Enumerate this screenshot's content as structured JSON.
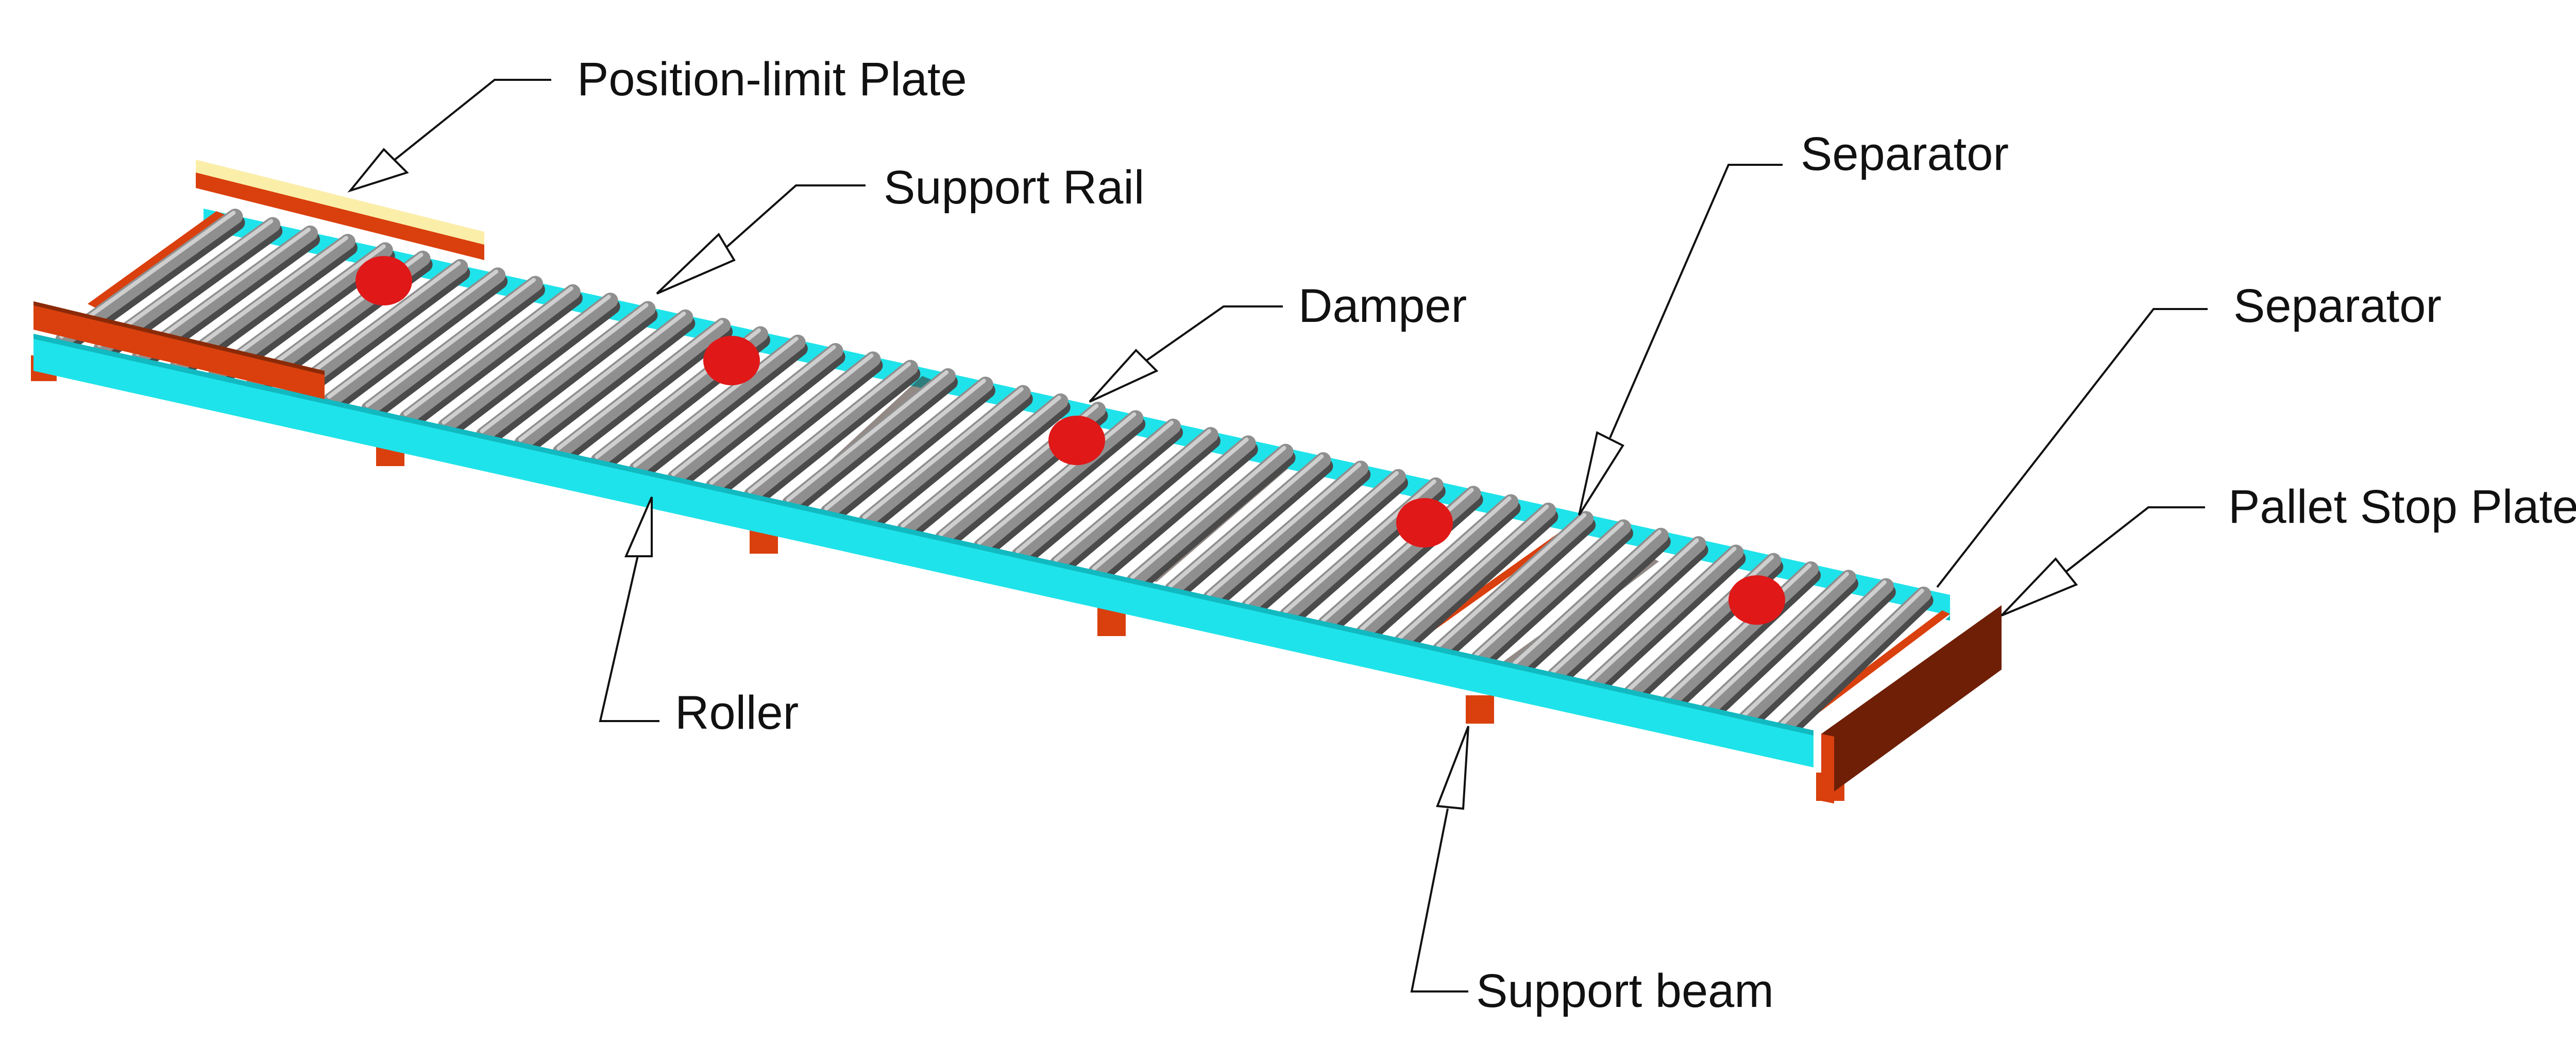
{
  "labels": {
    "position_limit_plate": "Position-limit Plate",
    "support_rail": "Support Rail",
    "separator_1": "Separator",
    "damper": "Damper",
    "separator_2": "Separator",
    "pallet_stop_plate": "Pallet Stop Plate",
    "roller": "Roller",
    "support_beam": "Support beam"
  },
  "colors": {
    "rail": "#1fe3ea",
    "rail_dark": "#12b9c0",
    "steel_orange": "#d9400e",
    "steel_dark": "#6e1f06",
    "roller": "#7f7f7f",
    "roller_highlight": "#c9c9c9",
    "damper": "#e01818",
    "limit_plate_top": "#fbeea8",
    "background": "#ffffff"
  }
}
